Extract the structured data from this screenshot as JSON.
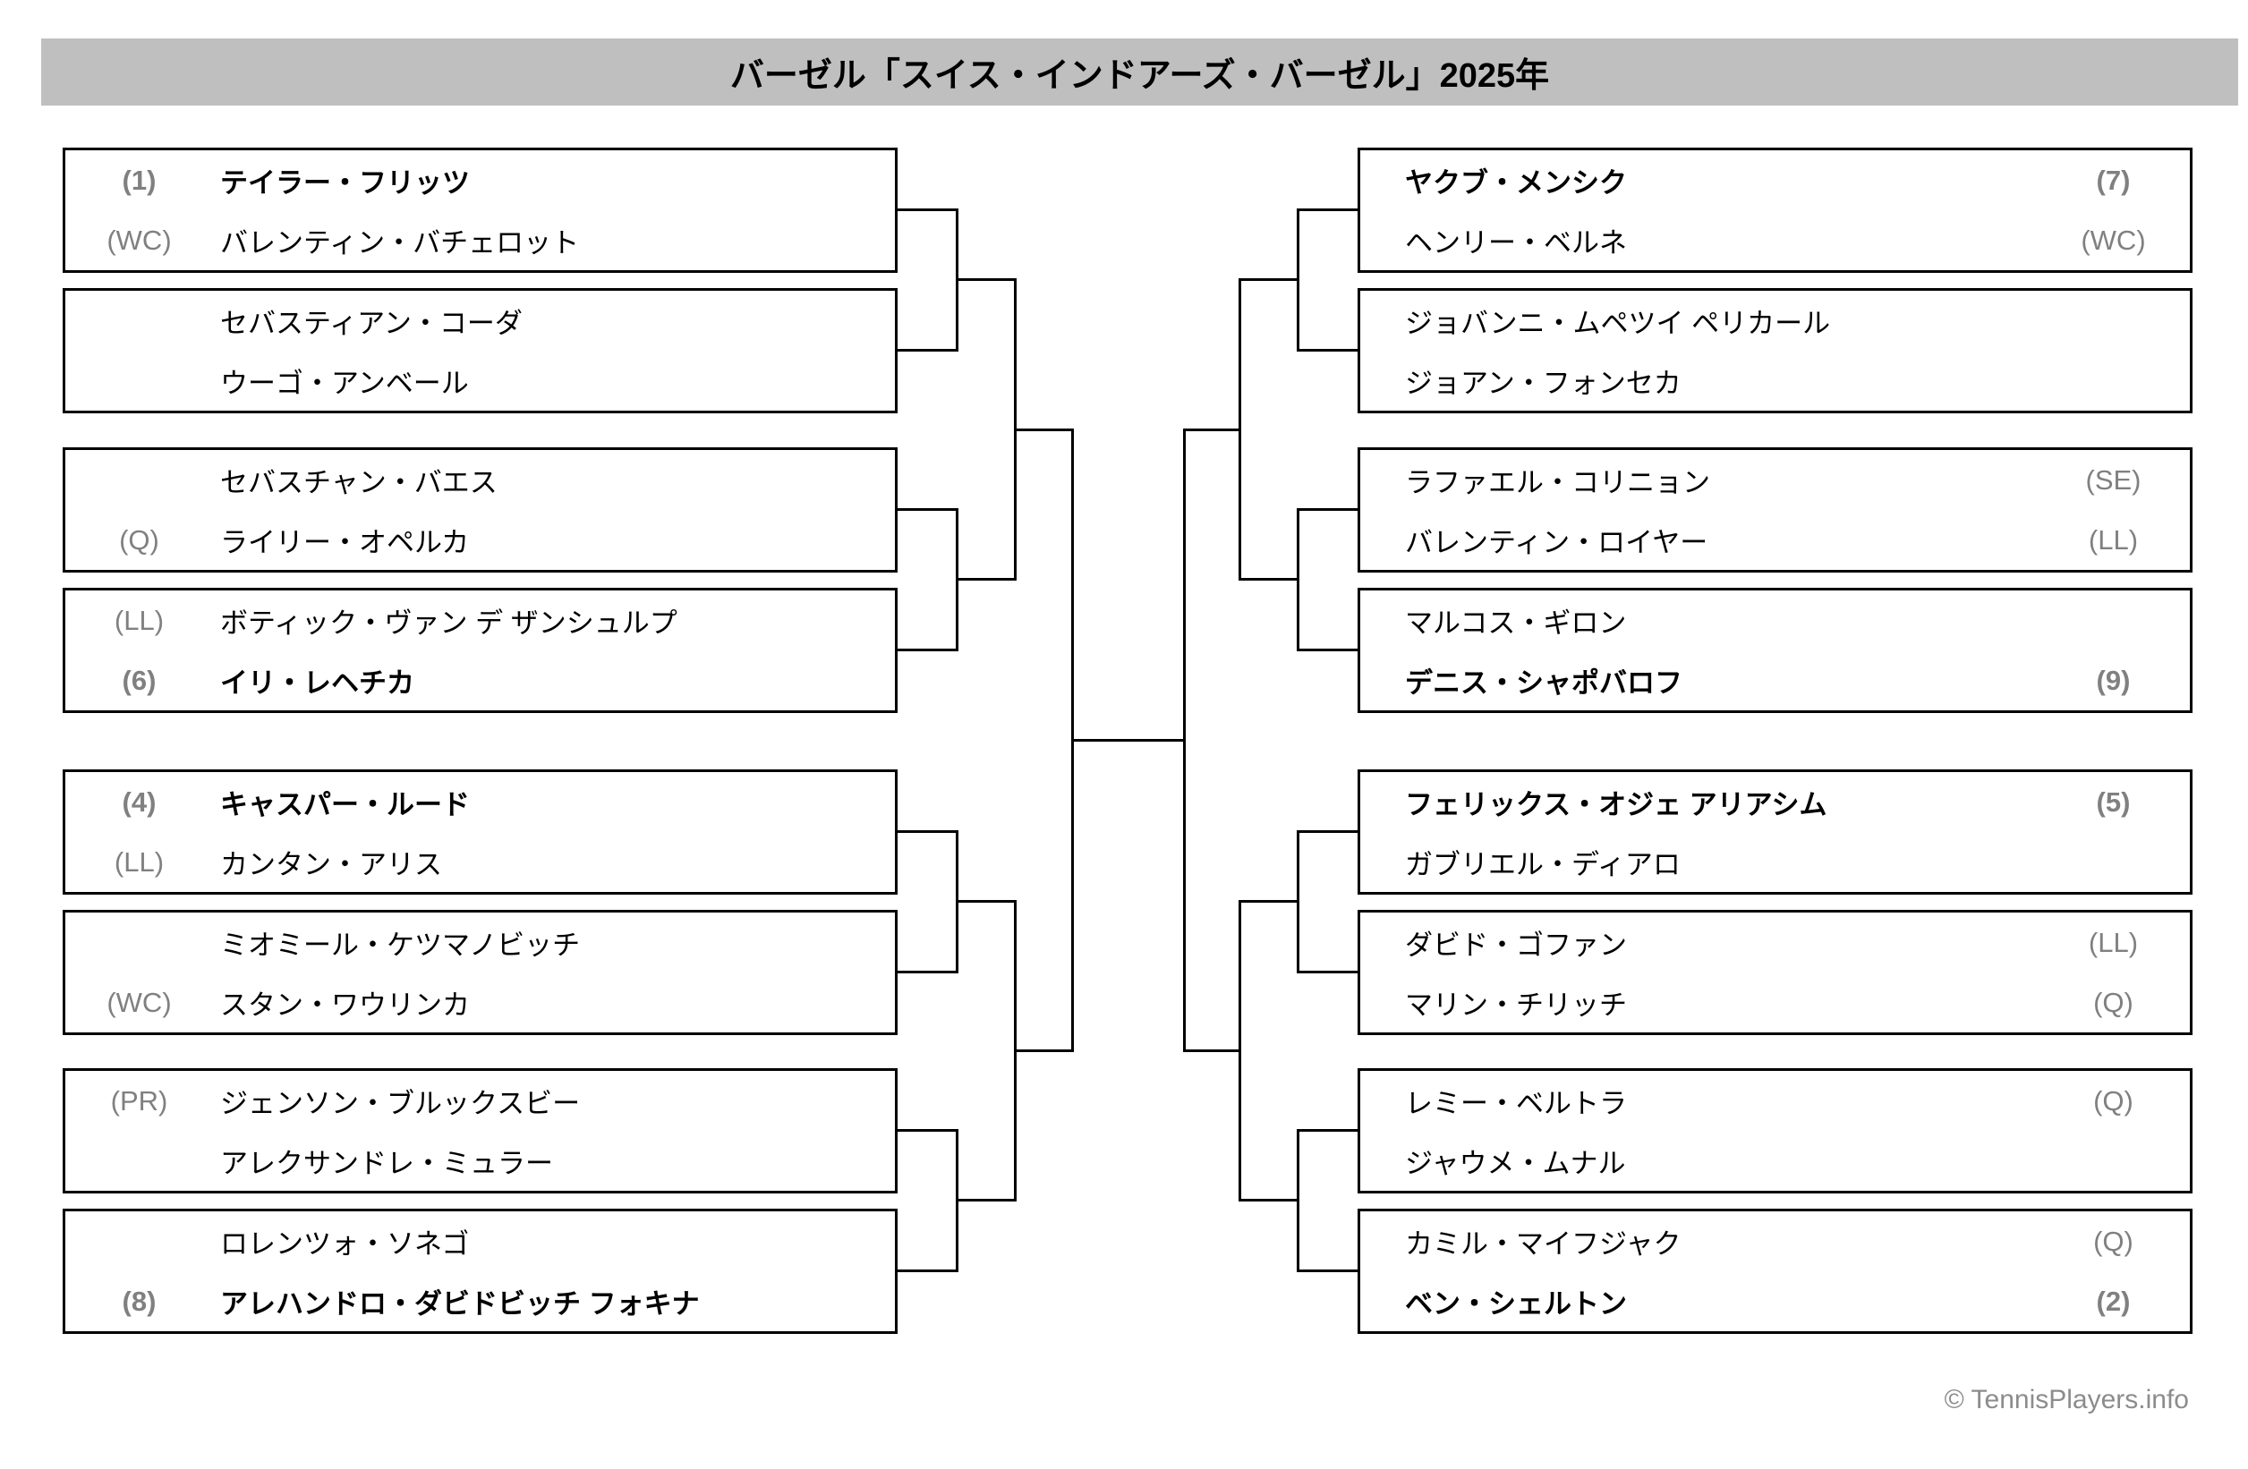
{
  "title": "バーゼル「スイス・インドアーズ・バーゼル」2025年",
  "footer": "© TennisPlayers.info",
  "colors": {
    "title_bar_bg": "#bfbfbf",
    "annotation_gray": "#808080",
    "footer_gray": "#8c8c8c",
    "line_black": "#000000"
  },
  "bracket": {
    "left": [
      {
        "p1": {
          "tag": "(1)",
          "name": "テイラー・フリッツ",
          "seeded": true
        },
        "p2": {
          "tag": "(WC)",
          "name": "バレンティン・バチェロット",
          "seeded": false
        }
      },
      {
        "p1": {
          "tag": "",
          "name": "セバスティアン・コーダ",
          "seeded": false
        },
        "p2": {
          "tag": "",
          "name": "ウーゴ・アンベール",
          "seeded": false
        }
      },
      {
        "p1": {
          "tag": "",
          "name": "セバスチャン・バエス",
          "seeded": false
        },
        "p2": {
          "tag": "(Q)",
          "name": "ライリー・オペルカ",
          "seeded": false
        }
      },
      {
        "p1": {
          "tag": "(LL)",
          "name": "ボティック・ヴァン デ ザンシュルプ",
          "seeded": false
        },
        "p2": {
          "tag": "(6)",
          "name": "イリ・レヘチカ",
          "seeded": true
        }
      },
      {
        "p1": {
          "tag": "(4)",
          "name": "キャスパー・ルード",
          "seeded": true
        },
        "p2": {
          "tag": "(LL)",
          "name": "カンタン・アリス",
          "seeded": false
        }
      },
      {
        "p1": {
          "tag": "",
          "name": "ミオミール・ケツマノビッチ",
          "seeded": false
        },
        "p2": {
          "tag": "(WC)",
          "name": "スタン・ワウリンカ",
          "seeded": false
        }
      },
      {
        "p1": {
          "tag": "(PR)",
          "name": "ジェンソン・ブルックスビー",
          "seeded": false
        },
        "p2": {
          "tag": "",
          "name": "アレクサンドレ・ミュラー",
          "seeded": false
        }
      },
      {
        "p1": {
          "tag": "",
          "name": "ロレンツォ・ソネゴ",
          "seeded": false
        },
        "p2": {
          "tag": "(8)",
          "name": "アレハンドロ・ダビドビッチ フォキナ",
          "seeded": true
        }
      }
    ],
    "right": [
      {
        "p1": {
          "name": "ヤクブ・メンシク",
          "tag": "(7)",
          "seeded": true
        },
        "p2": {
          "name": "ヘンリー・ベルネ",
          "tag": "(WC)",
          "seeded": false
        }
      },
      {
        "p1": {
          "name": "ジョバンニ・ムペツイ ペリカール",
          "tag": "",
          "seeded": false
        },
        "p2": {
          "name": "ジョアン・フォンセカ",
          "tag": "",
          "seeded": false
        }
      },
      {
        "p1": {
          "name": "ラファエル・コリニョン",
          "tag": "(SE)",
          "seeded": false
        },
        "p2": {
          "name": "バレンティン・ロイヤー",
          "tag": "(LL)",
          "seeded": false
        }
      },
      {
        "p1": {
          "name": "マルコス・ギロン",
          "tag": "",
          "seeded": false
        },
        "p2": {
          "name": "デニス・シャポバロフ",
          "tag": "(9)",
          "seeded": true
        }
      },
      {
        "p1": {
          "name": "フェリックス・オジェ アリアシム",
          "tag": "(5)",
          "seeded": true
        },
        "p2": {
          "name": "ガブリエル・ディアロ",
          "tag": "",
          "seeded": false
        }
      },
      {
        "p1": {
          "name": "ダビド・ゴファン",
          "tag": "(LL)",
          "seeded": false
        },
        "p2": {
          "name": "マリン・チリッチ",
          "tag": "(Q)",
          "seeded": false
        }
      },
      {
        "p1": {
          "name": "レミー・ベルトラ",
          "tag": "(Q)",
          "seeded": false
        },
        "p2": {
          "name": "ジャウメ・ムナル",
          "tag": "",
          "seeded": false
        }
      },
      {
        "p1": {
          "name": "カミル・マイフジャク",
          "tag": "(Q)",
          "seeded": false
        },
        "p2": {
          "name": "ベン・シェルトン",
          "tag": "(2)",
          "seeded": true
        }
      }
    ]
  }
}
